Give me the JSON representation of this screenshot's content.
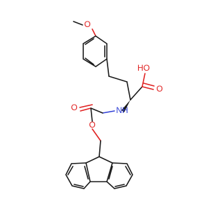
{
  "molecule": {
    "atoms": {
      "methoxy_o": "O",
      "acid_oh": "HO",
      "acid_o": "O",
      "amide_nh": "NH",
      "carbamate_o_double": "O",
      "carbamate_o_single": "O"
    },
    "colors": {
      "bond": "#1a1a1a",
      "oxygen": "#e02020",
      "nitrogen": "#2f3fd6",
      "background": "#ffffff"
    }
  }
}
